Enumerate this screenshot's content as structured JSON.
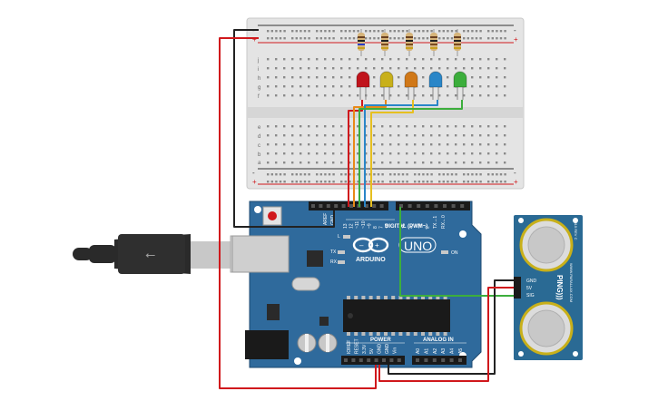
{
  "breadboard": {
    "row_letters_top": [
      "j",
      "i",
      "h",
      "g",
      "f"
    ],
    "row_letters_bottom": [
      "e",
      "d",
      "c",
      "b",
      "a"
    ],
    "rail_minus": "-",
    "rail_plus": "+"
  },
  "leds": [
    {
      "name": "red",
      "color": "#c0141c"
    },
    {
      "name": "yellow",
      "color": "#c8b01a"
    },
    {
      "name": "orange",
      "color": "#d07818"
    },
    {
      "name": "blue",
      "color": "#2a86c8"
    },
    {
      "name": "green",
      "color": "#3cae3c"
    }
  ],
  "arduino": {
    "logo_text": "ARDUINO",
    "model_text": "UNO",
    "digital_label": "DIGITAL (PWM~)",
    "power_label": "POWER",
    "analog_label": "ANALOG IN",
    "aref_label": "AREF",
    "gnd_label": "GND",
    "digital_pins": [
      "13",
      "12",
      "~11",
      "~10",
      "~9",
      "8",
      "7",
      "~6",
      "~5",
      "4",
      "~3",
      "2",
      "TX→1",
      "RX←0"
    ],
    "power_pins": [
      "IOREF",
      "RESET",
      "3.3V",
      "5V",
      "GND",
      "GND",
      "Vin"
    ],
    "analog_pins": [
      "A0",
      "A1",
      "A2",
      "A3",
      "A4",
      "A5"
    ],
    "led_labels": [
      "L",
      "TX",
      "RX"
    ],
    "on_label": "ON"
  },
  "sensor": {
    "brand": "PING)))",
    "site": "WWW.PARALLAX.COM",
    "model": "28015 REV C",
    "pins": [
      "GND",
      "5V",
      "SIG"
    ]
  },
  "colors": {
    "wire_black": "#222222",
    "wire_red": "#d0181c",
    "wire_green": "#3cae3c",
    "wire_blue": "#2a86c8",
    "wire_yellow": "#e6c020",
    "wire_orange": "#e88a18",
    "board_blue": "#2f6a9c",
    "sensor_blue": "#2a6a94"
  }
}
